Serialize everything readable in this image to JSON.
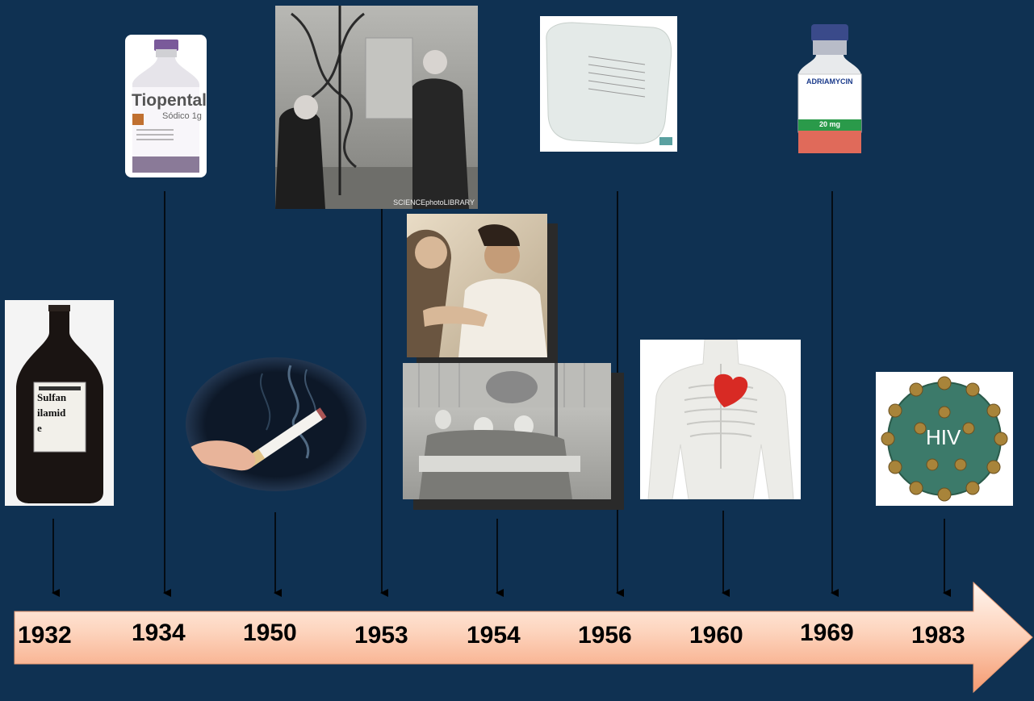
{
  "timeline": {
    "years": [
      "1932",
      "1934",
      "1950",
      "1953",
      "1954",
      "1956",
      "1960",
      "1969",
      "1983"
    ]
  },
  "images": {
    "sulfanilamide_bottle": {
      "label": "Sulfanilamide",
      "text": "Sulfan\nilamid\ne",
      "depicts": "bottle"
    },
    "tiopental_vial": {
      "label": "Tiopental",
      "sub": "Sódico 1g",
      "depicts": "vial"
    },
    "cigarette": {
      "depicts": "cigarette"
    },
    "dna_model": {
      "credit": "SCIENCEphotoLIBRARY",
      "depicts": "dna-model"
    },
    "vaccination_photo": {
      "depicts": "vaccination"
    },
    "surgery_photo": {
      "depicts": "surgery"
    },
    "iv_bag": {
      "depicts": "iv-bag"
    },
    "heart_skeleton": {
      "depicts": "heart"
    },
    "adriamycin_vial": {
      "label": "ADRIAMYCIN",
      "sub": "20 mg",
      "depicts": "vial"
    },
    "hiv_virus": {
      "label": "HIV",
      "depicts": "virus"
    }
  },
  "colors": {
    "background": "#0f3152",
    "arrow_light": "#fff1ea",
    "arrow_dark": "#f7a27a",
    "connector": "#000000"
  }
}
